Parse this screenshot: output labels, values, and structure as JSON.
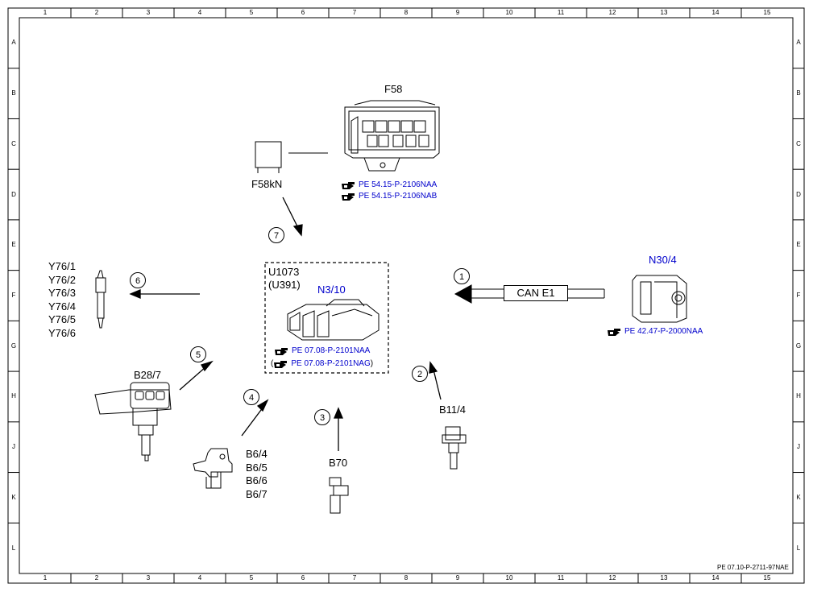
{
  "grid": {
    "columns": [
      "1",
      "2",
      "3",
      "4",
      "5",
      "6",
      "7",
      "8",
      "9",
      "10",
      "11",
      "12",
      "13",
      "14",
      "15"
    ],
    "rows": [
      "A",
      "B",
      "C",
      "D",
      "E",
      "F",
      "G",
      "H",
      "J",
      "K",
      "L"
    ]
  },
  "components": {
    "f58": {
      "label": "F58",
      "refs": [
        "PE 54.15-P-2106NAA",
        "PE 54.15-P-2106NAB"
      ]
    },
    "f58kn": {
      "label": "F58kN"
    },
    "ecu": {
      "label_u1073": "U1073",
      "label_u391": "(U391)",
      "label": "N3/10",
      "ref1": "PE 07.08-P-2101NAA",
      "ref2_open": "(",
      "ref2": "PE 07.08-P-2101NAG",
      "ref2_close": ")"
    },
    "n30_4": {
      "label": "N30/4",
      "ref": "PE 42.47-P-2000NAA"
    },
    "can": {
      "label": "CAN E1"
    },
    "glow": {
      "labels": [
        "Y76/1",
        "Y76/2",
        "Y76/3",
        "Y76/4",
        "Y76/5",
        "Y76/6"
      ]
    },
    "b28_7": {
      "label": "B28/7"
    },
    "b6": {
      "labels": [
        "B6/4",
        "B6/5",
        "B6/6",
        "B6/7"
      ]
    },
    "b70": {
      "label": "B70"
    },
    "b11_4": {
      "label": "B11/4"
    }
  },
  "callouts": [
    "1",
    "2",
    "3",
    "4",
    "5",
    "6",
    "7"
  ],
  "doc_id": "PE 07.10-P-2711-97NAE",
  "colors": {
    "ref_text": "#0000cc",
    "line": "#000000"
  }
}
